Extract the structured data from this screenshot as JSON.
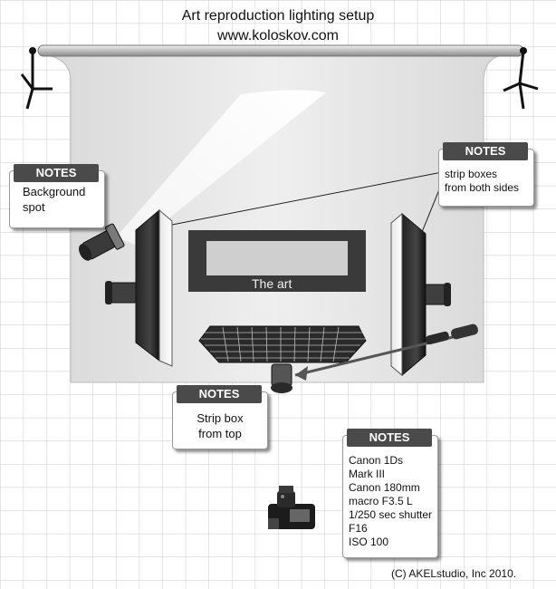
{
  "title": "Art reproduction lighting setup",
  "subtitle": "www.koloskov.com",
  "art_label": "The art",
  "copyright": "(C) AKELstudio, Inc 2010.",
  "notes": {
    "background_spot": {
      "header": "NOTES",
      "line1": "Background",
      "line2": "spot"
    },
    "strip_sides": {
      "header": "NOTES",
      "line1": "strip boxes",
      "line2": "from both sides"
    },
    "strip_top": {
      "header": "NOTES",
      "line1": "Strip box",
      "line2": "from top"
    },
    "camera": {
      "header": "NOTES",
      "lines": [
        "Canon 1Ds",
        "Mark III",
        "Canon 180mm",
        "macro F3.5 L",
        "1/250 sec shutter",
        "F16",
        "ISO 100"
      ]
    }
  },
  "colors": {
    "grid": "#c8c8c8",
    "backdrop": "#e8e8e8",
    "note_header": "#4a4a4a",
    "art_frame": "#3a3a3a",
    "art_inner": "#cfcfcf"
  },
  "icons": [
    "light-stand-icon",
    "spotlight-icon",
    "strip-softbox-icon",
    "camera-icon"
  ]
}
